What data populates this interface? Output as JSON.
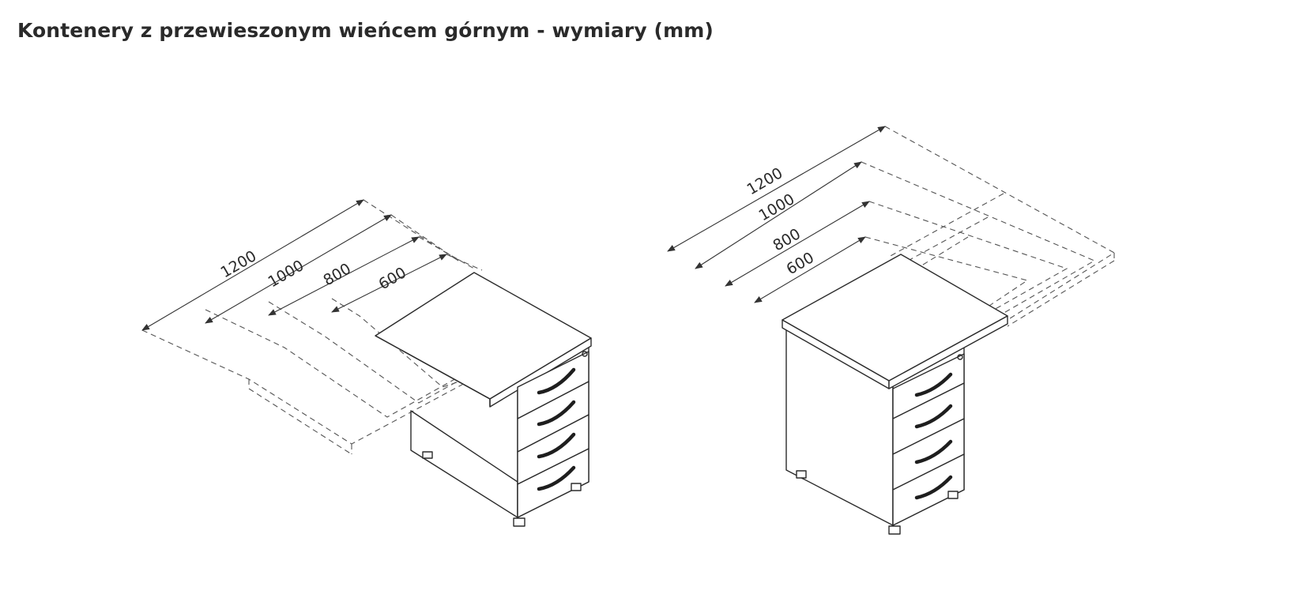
{
  "title": "Kontenery z przewieszonym wieńcem górnym - wymiary (mm)",
  "diagrams": [
    {
      "name": "left-container",
      "dimensions": [
        "1200",
        "1000",
        "800",
        "600"
      ]
    },
    {
      "name": "right-container",
      "dimensions": [
        "1200",
        "1000",
        "800",
        "600"
      ]
    }
  ],
  "colors": {
    "line": "#2b2b2b",
    "text": "#2a2a2a",
    "handle": "#1e1e1e"
  }
}
